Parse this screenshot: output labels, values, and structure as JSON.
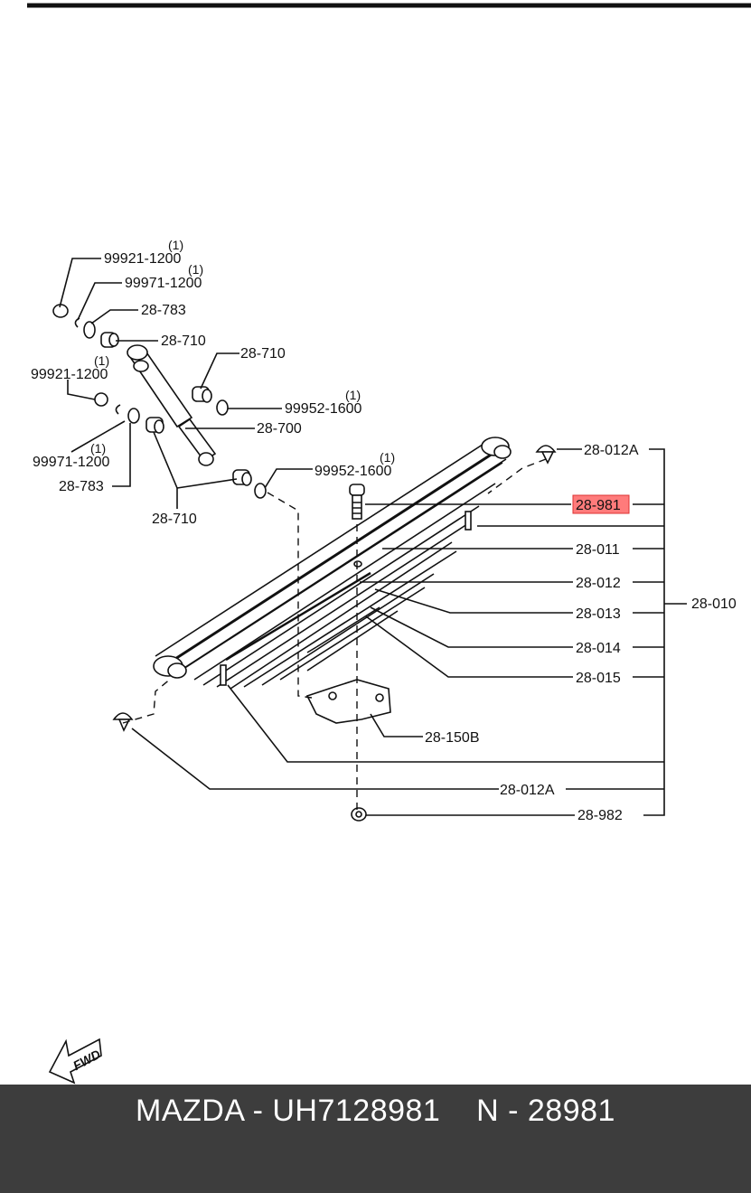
{
  "labels": {
    "l1": "99921-1200",
    "l2": "99971-1200",
    "l3": "28-783",
    "l4": "28-710",
    "l5": "28-710",
    "l6": "99921-1200",
    "l7": "99952-1600",
    "l8": "28-700",
    "l9": "99971-1200",
    "l10": "28-783",
    "l11": "28-710",
    "l12": "99952-1600",
    "r1": "28-012A",
    "r2": "28-981",
    "r3": "28-011",
    "r4": "28-012",
    "r5": "28-013",
    "r6": "28-014",
    "r7": "28-015",
    "r8": "28-150B",
    "r9": "28-012A",
    "r10": "28-982",
    "group": "28-010"
  },
  "qty": {
    "q1": "(1)",
    "q2": "(1)",
    "q3": "(1)",
    "q4": "(1)",
    "q5": "(1)",
    "q6": "(1)"
  },
  "fwd_badge": "FWD",
  "highlight_color": "#ff7b7b",
  "footer": {
    "text": "MAZDA - UH7128981    N - 28981"
  }
}
